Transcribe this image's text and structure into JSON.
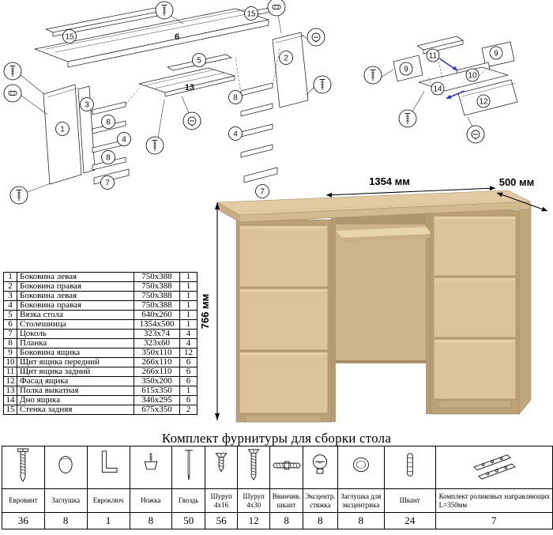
{
  "page": {
    "background": "#ffffff",
    "accent_blue": "#2a35c8",
    "wood_color": "#dcc39a"
  },
  "diagram": {
    "main_labels": [
      "15",
      "6",
      "15",
      "2",
      "13",
      "1",
      "8",
      "4",
      "8",
      "7",
      "8",
      "4",
      "7",
      "3",
      "5"
    ],
    "drawer_labels": [
      "11",
      "9",
      "9",
      "10",
      "14",
      "12"
    ]
  },
  "desk": {
    "width_label": "1354 мм",
    "depth_label": "500 мм",
    "height_label": "766 мм"
  },
  "parts_table": {
    "rows": [
      {
        "num": "1",
        "name": "Боковина левая",
        "size": "750x388",
        "qty": "1"
      },
      {
        "num": "2",
        "name": "Боковина правая",
        "size": "750x388",
        "qty": "1"
      },
      {
        "num": "3",
        "name": "Боковина левая",
        "size": "750x388",
        "qty": "1"
      },
      {
        "num": "4",
        "name": "Боковина правая",
        "size": "750x388",
        "qty": "1"
      },
      {
        "num": "5",
        "name": "Вязка стола",
        "size": "640x260",
        "qty": "1"
      },
      {
        "num": "6",
        "name": "Столешница",
        "size": "1354x500",
        "qty": "1"
      },
      {
        "num": "7",
        "name": "Цоколь",
        "size": "323x74",
        "qty": "4"
      },
      {
        "num": "8",
        "name": "Планка",
        "size": "323x60",
        "qty": "4"
      },
      {
        "num": "9",
        "name": "Боковина ящика",
        "size": "350x110",
        "qty": "12"
      },
      {
        "num": "10",
        "name": "Щит ящика передний",
        "size": "266x110",
        "qty": "6"
      },
      {
        "num": "11",
        "name": "Щит ящика задний",
        "size": "266x110",
        "qty": "6"
      },
      {
        "num": "12",
        "name": "Фасад ящика",
        "size": "350x200",
        "qty": "6"
      },
      {
        "num": "13",
        "name": "Полка выкатная",
        "size": "615x350",
        "qty": "1"
      },
      {
        "num": "14",
        "name": "Дно ящика",
        "size": "346x295",
        "qty": "6"
      },
      {
        "num": "15",
        "name": "Стенка задняя",
        "size": "675x350",
        "qty": "2"
      }
    ]
  },
  "hardware": {
    "title": "Комплект фурнитуры для сборки стола",
    "items": [
      {
        "name": "Евровинт",
        "qty": "36",
        "icon": "eurovint-icon"
      },
      {
        "name": "Заглушка",
        "qty": "8",
        "icon": "plug-icon"
      },
      {
        "name": "Евроключ",
        "qty": "1",
        "icon": "eurokey-icon"
      },
      {
        "name": "Ножка",
        "qty": "8",
        "icon": "leg-icon"
      },
      {
        "name": "Гвоздь",
        "qty": "50",
        "icon": "nail-icon"
      },
      {
        "name": "Шуруп 4x16",
        "qty": "56",
        "icon": "screw-small-icon"
      },
      {
        "name": "Шуруп 4x30",
        "qty": "12",
        "icon": "screw-large-icon"
      },
      {
        "name": "Ввинчив. шкант",
        "qty": "8",
        "icon": "dowel-screw-icon"
      },
      {
        "name": "Эксцентр. стяжка",
        "qty": "8",
        "icon": "cam-icon"
      },
      {
        "name": "Заглушка для эксцентрика",
        "qty": "8",
        "icon": "cam-cap-icon"
      },
      {
        "name": "Шкант",
        "qty": "24",
        "icon": "dowel-icon"
      },
      {
        "name": "Комплект роликовых направляющих L=350мм",
        "qty": "7",
        "icon": "slides-icon"
      }
    ]
  }
}
